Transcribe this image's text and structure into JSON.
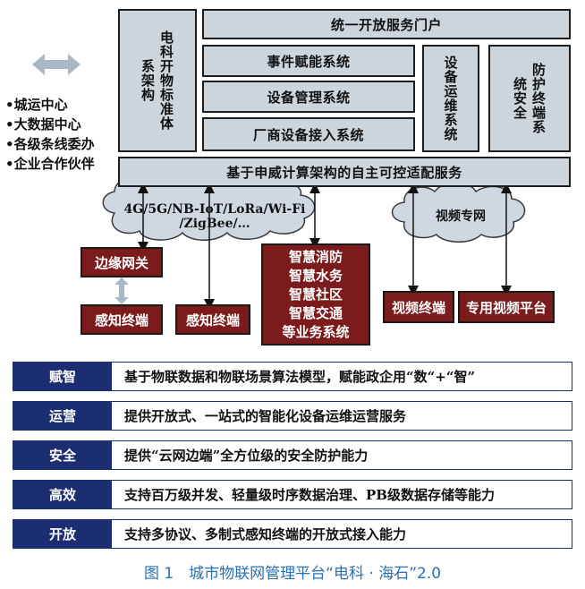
{
  "operators": [
    "•城运中心",
    "•大数据中心",
    "•各级条线委办",
    "•企业合作伙伴"
  ],
  "boxes": {
    "standard": "电科开物标准体系架构",
    "portal": "统一开放服务门户",
    "event": "事件赋能系统",
    "device_mgmt": "设备管理系统",
    "vendor_access": "厂商设备接入系统",
    "ops": "设备运维系统",
    "security": "防护终端系统安全",
    "base": "基于申威计算架构的自主可控适配服务"
  },
  "clouds": {
    "network": [
      "4G/5G/NB-IoT/LoRa/Wi-Fi",
      "/ZigBee/…"
    ],
    "video": "视频专网"
  },
  "red_boxes": {
    "edge_gateway": "边缘网关",
    "sensor1": "感知终端",
    "sensor2": "感知终端",
    "smart": [
      "智慧消防",
      "智慧水务",
      "智慧社区",
      "智慧交通",
      "等业务系统"
    ],
    "video_terminal": "视频终端",
    "video_platform": "专用视频平台"
  },
  "rows": [
    {
      "key": "赋智",
      "value": "基于物联数据和物联场景算法模型，赋能政企用“数“+“智”"
    },
    {
      "key": "运营",
      "value": "提供开放式、一站式的智能化设备运维运营服务"
    },
    {
      "key": "安全",
      "value": "提供“云网边端”全方位级的安全防护能力"
    },
    {
      "key": "高效",
      "value": "支持百万级并发、轻量级时序数据治理、PB级数据存储等能力"
    },
    {
      "key": "开放",
      "value": "支持多协议、多制式感知终端的开放式接入能力"
    }
  ],
  "caption": "图 1　城市物联网管理平台“电科 · 海石”2.0",
  "colors": {
    "gray_box": "#cdd5dc",
    "red_box": "#7b1b1b",
    "navy": "#1c2e72",
    "arrow_gray": "#a9b8c6",
    "caption": "#2a6fb3"
  }
}
